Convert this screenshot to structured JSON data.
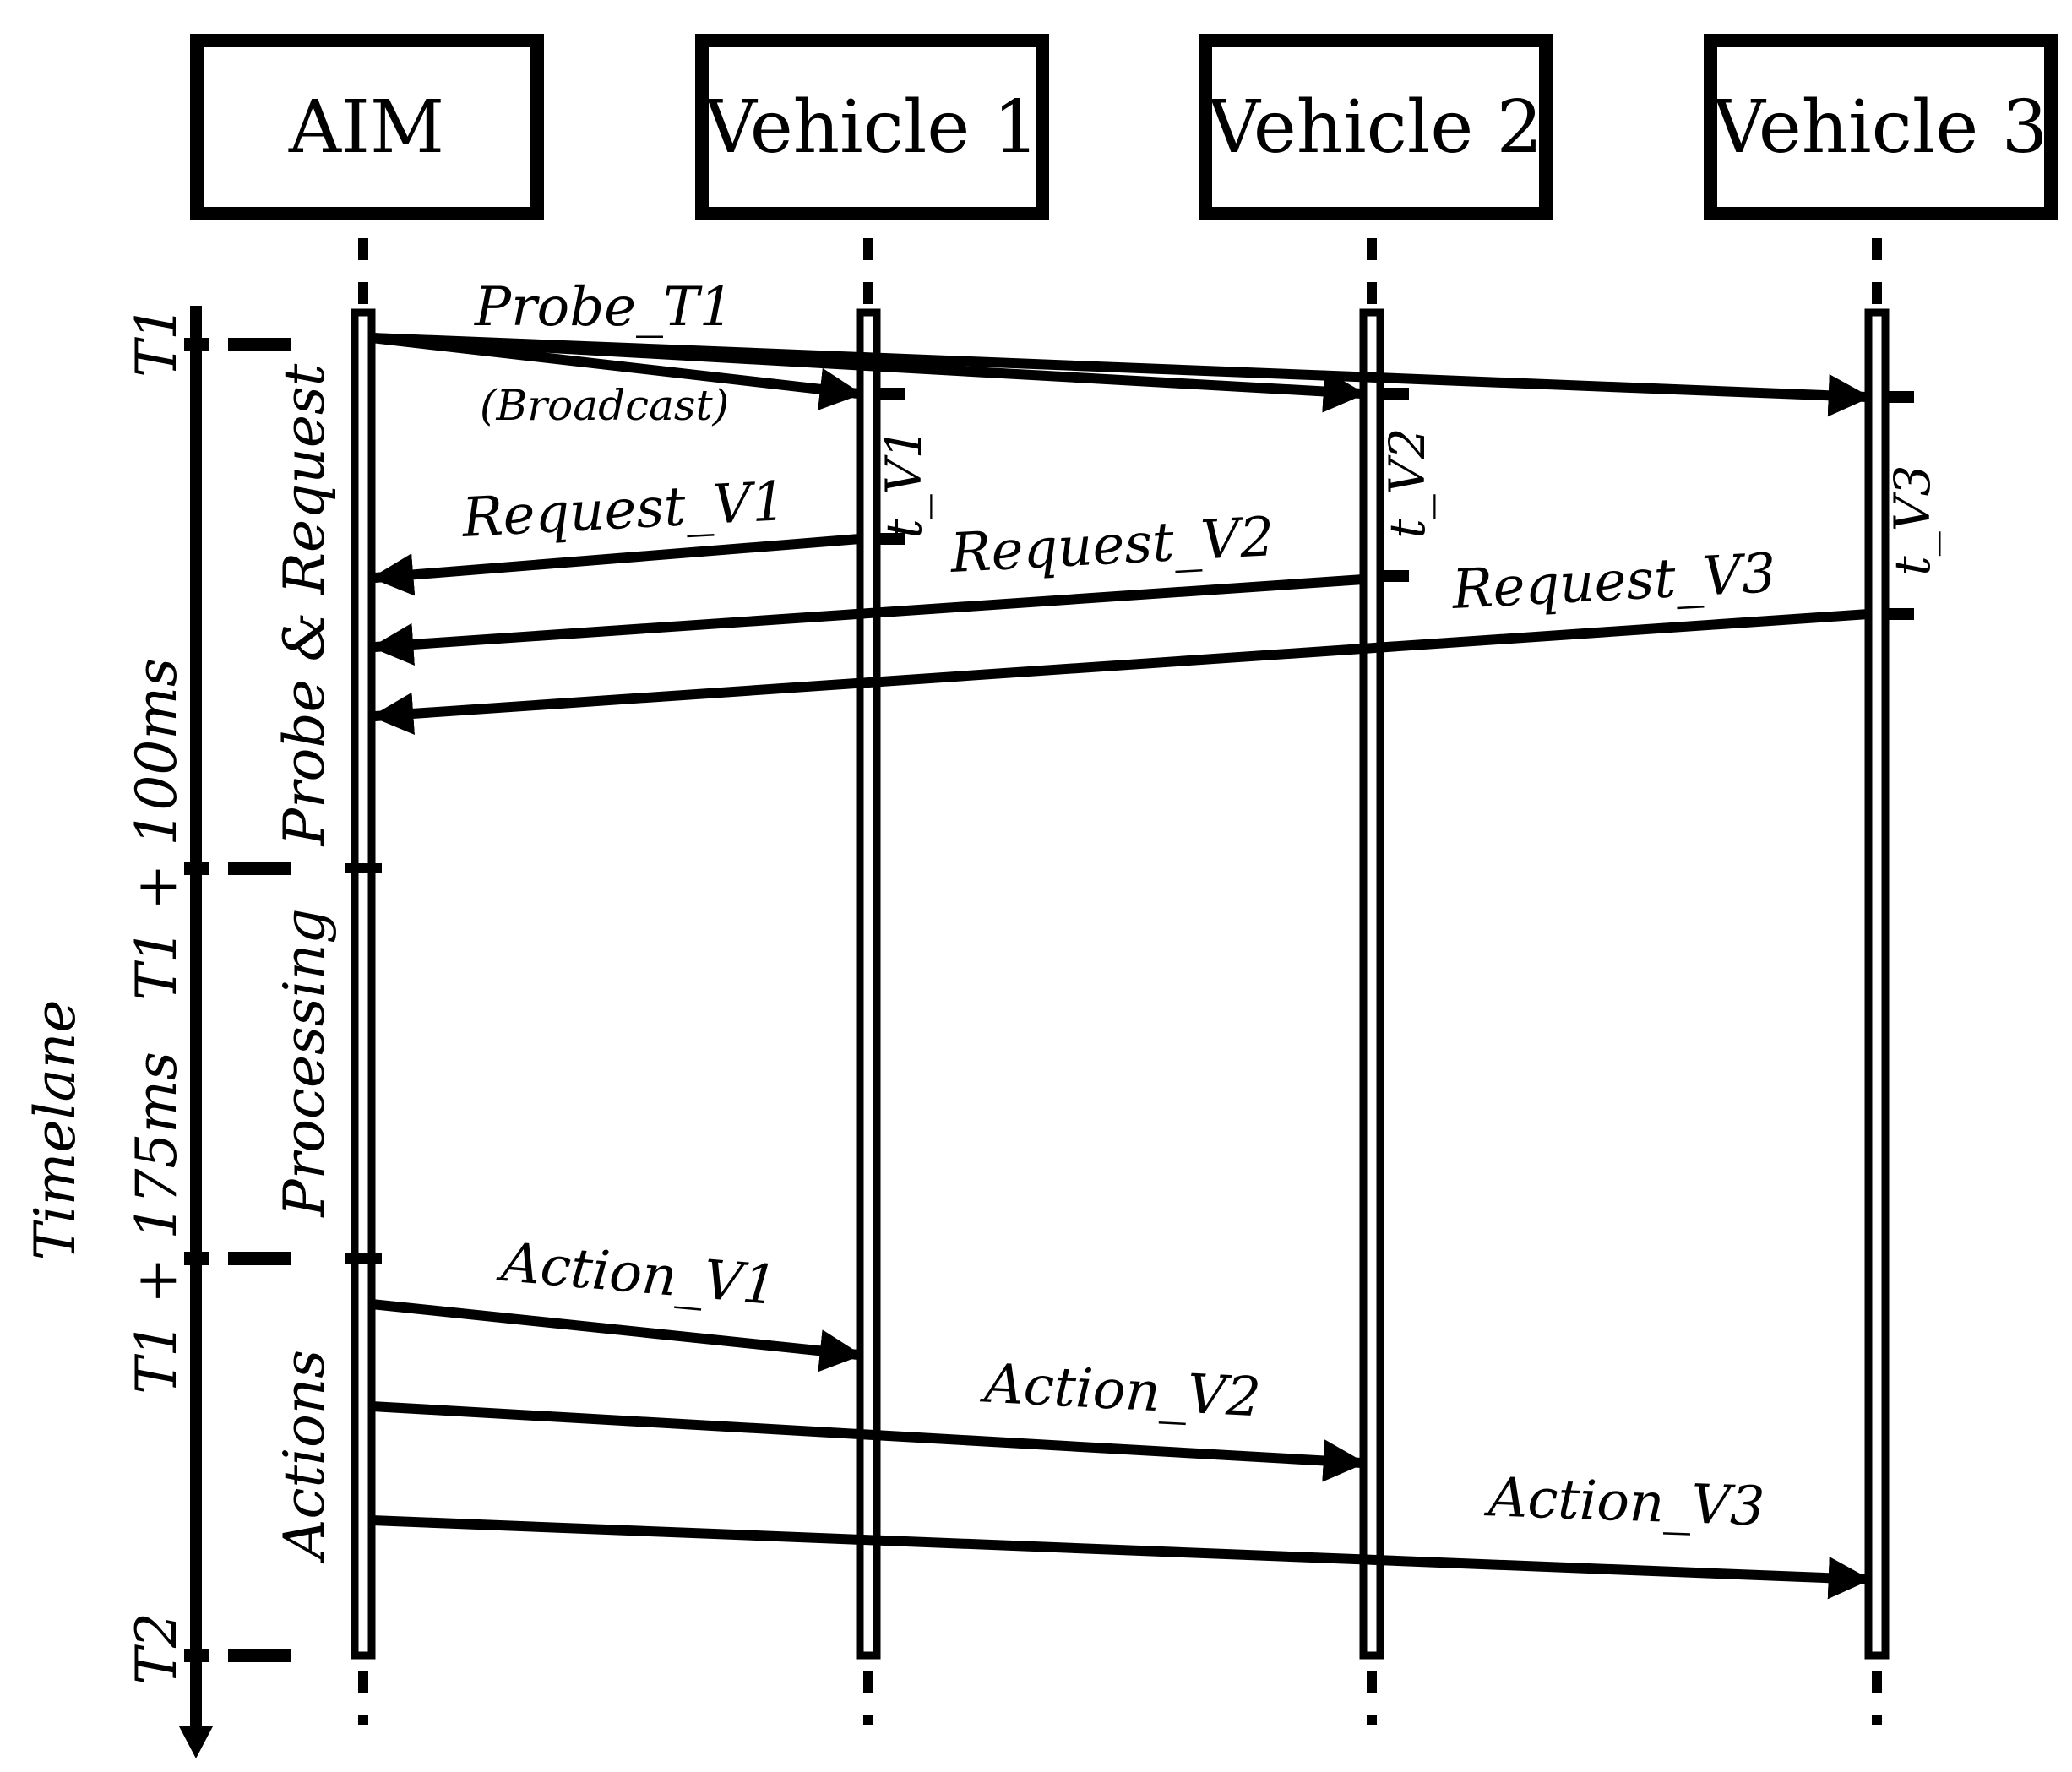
{
  "actors": [
    {
      "id": "aim",
      "label": "AIM"
    },
    {
      "id": "v1",
      "label": "Vehicle 1"
    },
    {
      "id": "v2",
      "label": "Vehicle 2"
    },
    {
      "id": "v3",
      "label": "Vehicle 3"
    }
  ],
  "messages": {
    "probe": {
      "label": "Probe_T1",
      "sublabel": "(Broadcast)"
    },
    "request_v1": {
      "label": "Request_V1"
    },
    "request_v2": {
      "label": "Request_V2"
    },
    "request_v3": {
      "label": "Request_V3"
    },
    "action_v1": {
      "label": "Action_V1"
    },
    "action_v2": {
      "label": "Action_V2"
    },
    "action_v3": {
      "label": "Action_V3"
    }
  },
  "vehicle_times": [
    "t_V1",
    "t_V2",
    "t_V3"
  ],
  "timeline": {
    "title": "Timelane",
    "marks": [
      "T1",
      "T1 + 100ms",
      "T1 + 175ms",
      "T2"
    ]
  },
  "phases": [
    "Probe & Request",
    "Processing",
    "Actions"
  ]
}
